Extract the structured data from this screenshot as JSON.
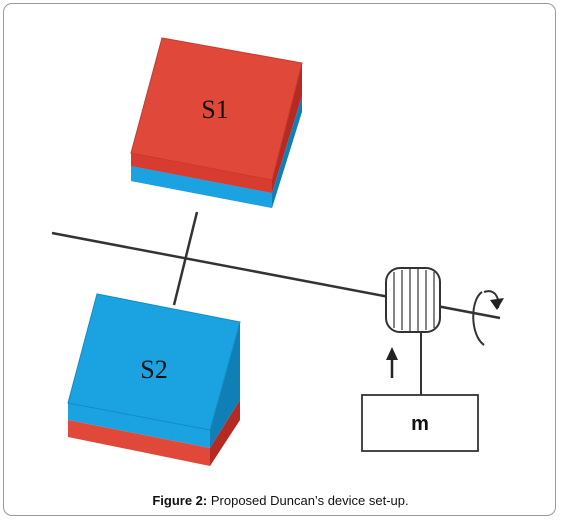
{
  "diagram": {
    "source1_label": "S1",
    "source2_label": "S2",
    "mass_label": "m",
    "colors": {
      "red_face": "#e0483a",
      "red_side": "#b52a22",
      "blue_face": "#1aa3e0",
      "blue_side": "#0f7fb5",
      "line": "#333333"
    }
  },
  "caption": {
    "label": "Figure 2:",
    "text": " Proposed Duncan’s device set-up."
  }
}
